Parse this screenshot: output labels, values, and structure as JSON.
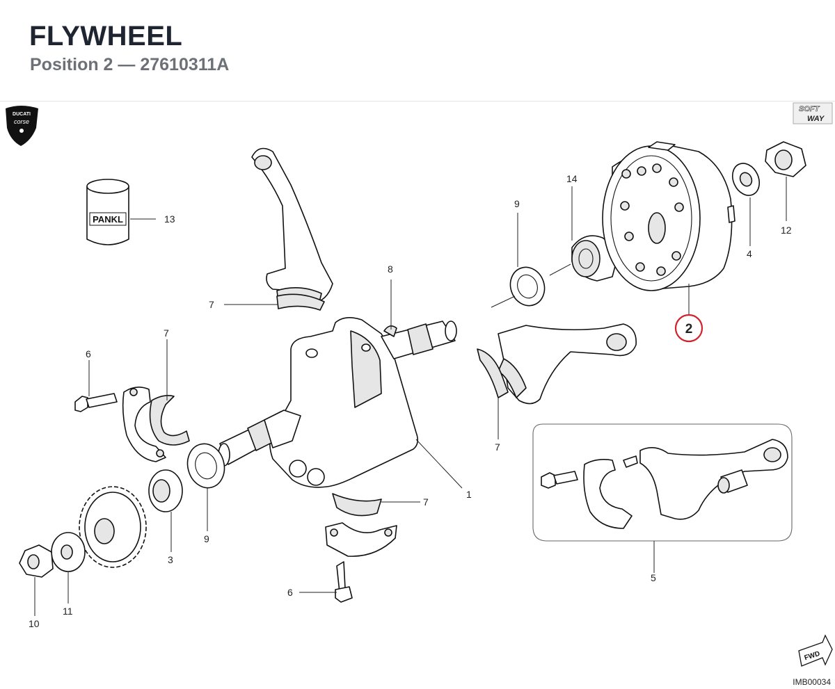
{
  "header": {
    "title": "FLYWHEEL",
    "subtitle": "Position 2 — 27610311A"
  },
  "logos": {
    "ducati_line1": "DUCATI",
    "ducati_line2": "corse",
    "softway_line1": "SOFT",
    "softway_line2": "WAY"
  },
  "callouts": {
    "c1": "1",
    "c2": "2",
    "c3": "3",
    "c4": "4",
    "c5": "5",
    "c6a": "6",
    "c6b": "6",
    "c7a": "7",
    "c7b": "7",
    "c7c": "7",
    "c7d": "7",
    "c8": "8",
    "c9a": "9",
    "c9b": "9",
    "c10": "10",
    "c11": "11",
    "c12": "12",
    "c13": "13",
    "c14": "14"
  },
  "labels": {
    "pankl": "PANKL",
    "fwd": "FWD",
    "doc_id": "IMB00034"
  },
  "colors": {
    "highlight": "#d0222a",
    "title": "#1f2431",
    "subtitle": "#6d7077"
  }
}
